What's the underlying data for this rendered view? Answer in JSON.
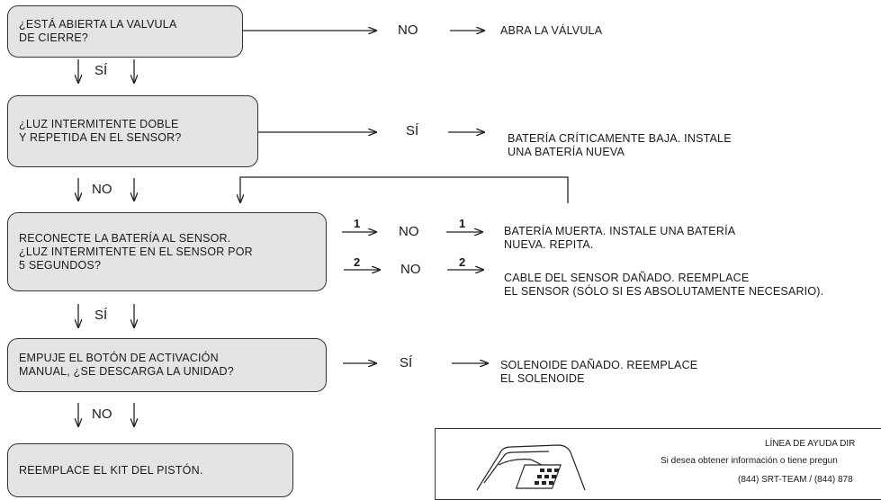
{
  "steps": {
    "valve_question": "¿ESTÁ ABIERTA LA VALVULA\nDE CIERRE?",
    "flash_question": "¿LUZ INTERMITENTE DOBLE\nY REPETIDA EN EL SENSOR?",
    "reconnect_question": "RECONECTE LA BATERÍA AL SENSOR.\n¿LUZ INTERMITENTE EN EL SENSOR POR\n5 SEGUNDOS?",
    "override_question": "EMPUJE EL BOTÓN DE ACTIVACIÓN\nMANUAL, ¿SE DESCARGA LA UNIDAD?",
    "replace_piston": "REEMPLACE EL KIT DEL PISTÓN."
  },
  "branch_labels": {
    "valve_down": "SÍ",
    "valve_right": "NO",
    "flash_down": "NO",
    "flash_right": "SÍ",
    "reconnect_down": "SÍ",
    "reconnect_right_1": "NO",
    "reconnect_right_2": "NO",
    "override_down": "NO",
    "override_right": "SÍ",
    "branch_num_1": "1",
    "branch_num_2": "2"
  },
  "outcomes": {
    "open_valve": "ABRA LA VÁLVULA",
    "low_battery": "BATERÍA CRÍTICAMENTE BAJA. INSTALE\nUNA BATERÍA NUEVA",
    "dead_battery": "BATERÍA MUERTA. INSTALE UNA BATERÍA\nNUEVA. REPITA.",
    "damaged_cable": "CABLE DEL SENSOR DAÑADO. REEMPLACE\nEL SENSOR (SÓLO SI ES ABSOLUTAMENTE NECESARIO).",
    "damaged_solenoid": "SOLENOIDE DAÑADO. REEMPLACE\nEL SOLENOIDE"
  },
  "helpline": {
    "title": "LÍNEA DE AYUDA DIR",
    "subtitle": "Si desea obtener información o tiene pregun",
    "phone": "(844) SRT-TEAM / (844) 878"
  },
  "icons": {
    "phone": "telephone-icon"
  }
}
